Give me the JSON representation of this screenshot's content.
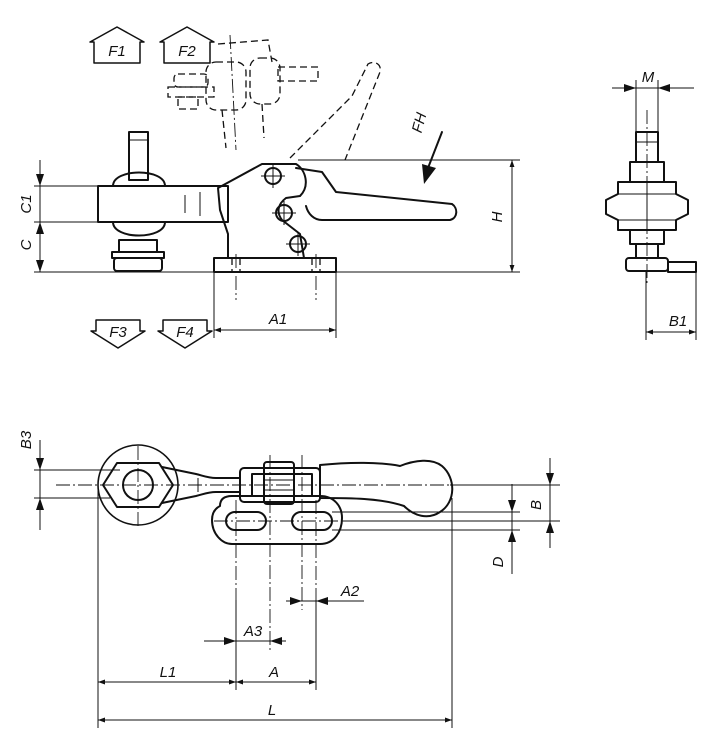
{
  "labels": {
    "F1": "F1",
    "F2": "F2",
    "F3": "F3",
    "F4": "F4",
    "FH": "FH",
    "C1": "C1",
    "C": "C",
    "H": "H",
    "A1": "A1",
    "M": "M",
    "B1": "B1",
    "B3": "B3",
    "B": "B",
    "D": "D",
    "A2": "A2",
    "A3": "A3",
    "L1": "L1",
    "A": "A",
    "L": "L"
  },
  "colors": {
    "line": "#111111",
    "background": "#ffffff"
  },
  "icons": {
    "force_arrow_up": "hollow-arrow-up-icon",
    "force_arrow_down": "hollow-arrow-down-icon"
  }
}
